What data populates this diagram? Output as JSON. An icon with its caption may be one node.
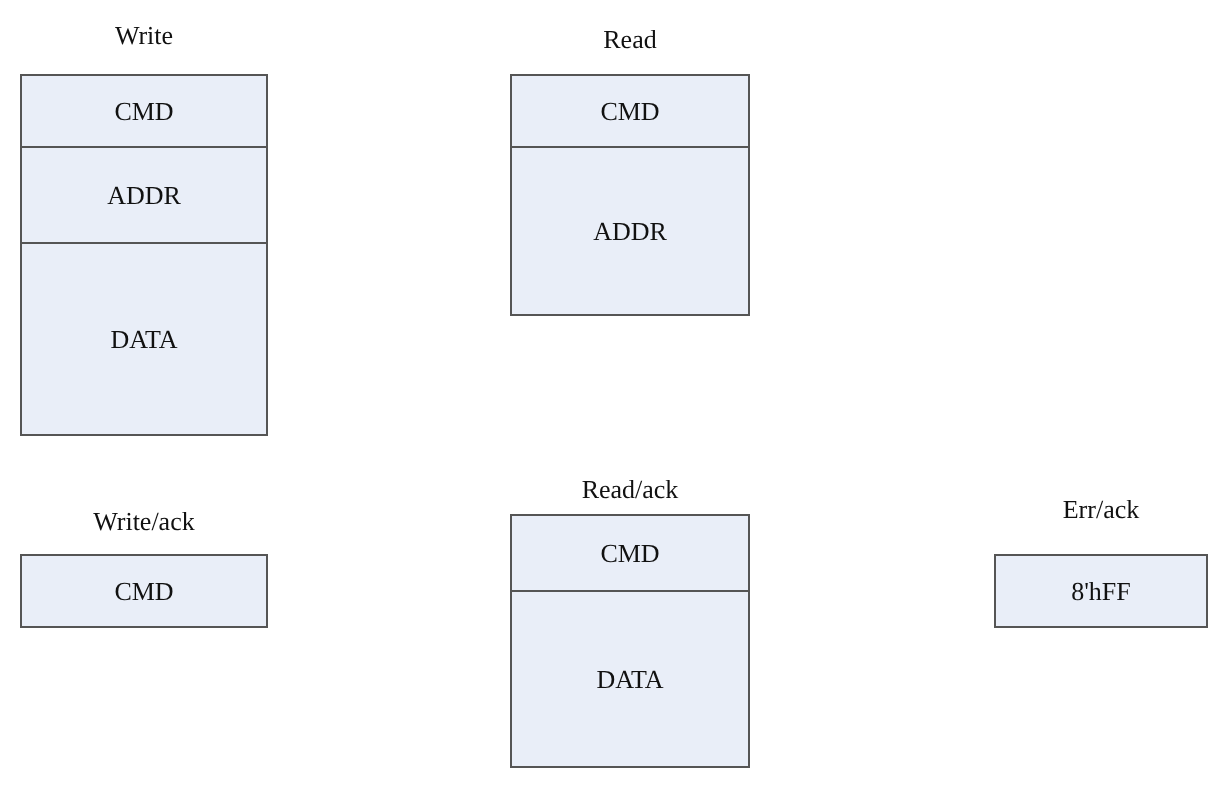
{
  "diagram": {
    "nodes": [
      {
        "text": [
          "Write"
        ]
      },
      {
        "text": [
          "CMD"
        ],
        "in": 0
      },
      {
        "text": [
          "ADDR"
        ],
        "in": 0
      },
      {
        "text": [
          "DATA"
        ],
        "in": 0
      },
      {
        "text": [
          "Read"
        ]
      },
      {
        "text": [
          "CMD"
        ],
        "in": 4
      },
      {
        "text": [
          "ADDR"
        ],
        "in": 4
      },
      {
        "text": [
          "Write/ack"
        ]
      },
      {
        "text": [
          "CMD"
        ],
        "in": 7
      },
      {
        "text": [
          "Read/ack"
        ]
      },
      {
        "text": [
          "CMD"
        ],
        "in": 9
      },
      {
        "text": [
          "DATA"
        ],
        "in": 9
      },
      {
        "text": [
          "Err/ack"
        ]
      },
      {
        "text": [
          "8'hFF"
        ],
        "in": 12
      }
    ]
  }
}
